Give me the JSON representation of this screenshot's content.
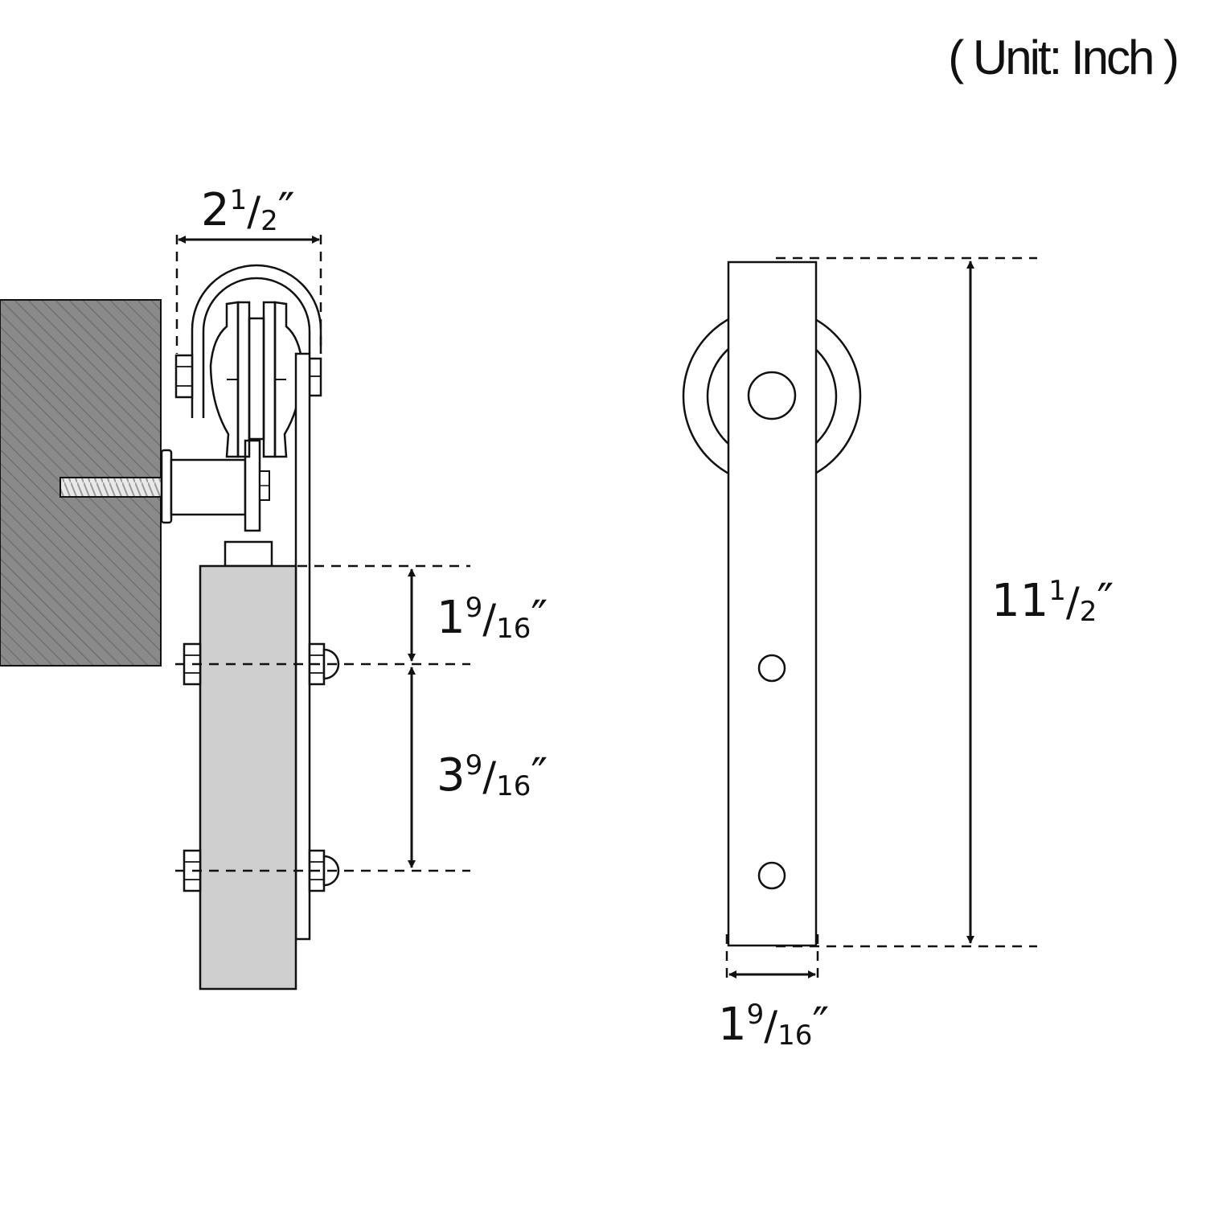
{
  "unit_label": "( Unit: Inch )",
  "dimensions": {
    "roller_width": {
      "whole": "2",
      "num": "1",
      "den": "2",
      "mark": "″"
    },
    "top_to_first_hole": {
      "whole": "1",
      "num": "9",
      "den": "16",
      "mark": "″"
    },
    "hole_spacing": {
      "whole": "3",
      "num": "9",
      "den": "16",
      "mark": "″"
    },
    "strap_height": {
      "whole": "11",
      "num": "1",
      "den": "2",
      "mark": "″"
    },
    "strap_width": {
      "whole": "1",
      "num": "9",
      "den": "16",
      "mark": "″"
    }
  },
  "colors": {
    "line": "#111111",
    "wall_fill": "#8a8a8a",
    "wall_hatch": "#6c6c6c",
    "door_fill": "#cfcfcf",
    "background": "#ffffff"
  }
}
